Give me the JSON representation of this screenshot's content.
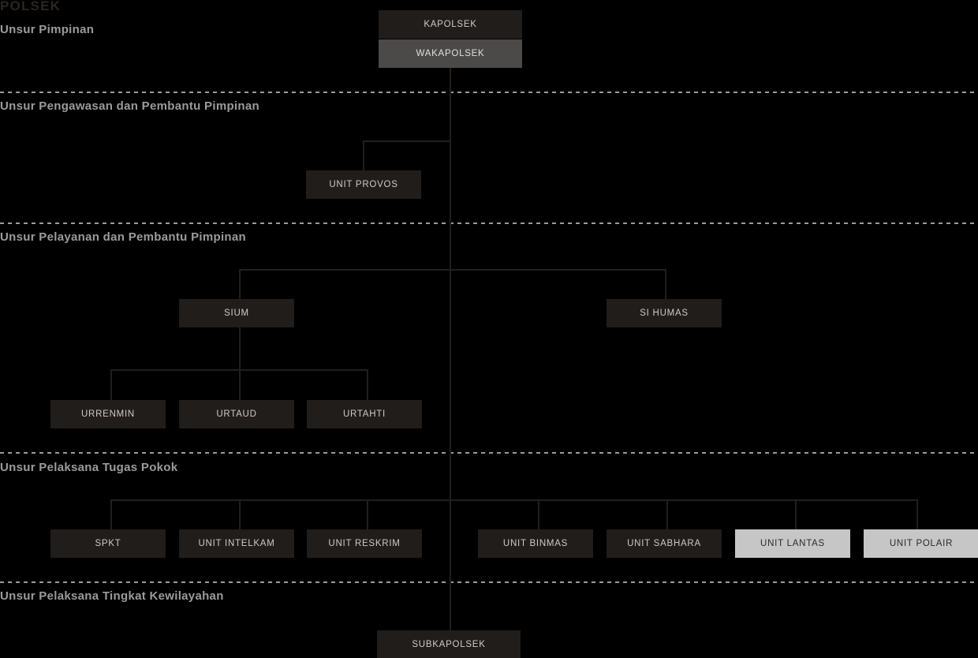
{
  "chart": {
    "title": "POLSEK",
    "type": "organizational-chart",
    "colors": {
      "background": "#000000",
      "node_dark": "#211d1b",
      "node_gray": "#4b4a49",
      "node_light": "#c6c6c6",
      "text_dark_node": "#cfcac6",
      "text_light_node": "#2d2a28",
      "section_label": "#9b9b9b",
      "connector": "#231e1b",
      "title": "#2c2421"
    }
  },
  "sections": [
    {
      "id": "pimpinan",
      "label": "Unsur Pimpinan"
    },
    {
      "id": "pengawasan",
      "label": "Unsur Pengawasan dan Pembantu Pimpinan"
    },
    {
      "id": "pelayanan",
      "label": "Unsur Pelayanan dan Pembantu Pimpinan"
    },
    {
      "id": "tugas_pokok",
      "label": "Unsur Pelaksana Tugas Pokok"
    },
    {
      "id": "kewilayahan",
      "label": "Unsur Pelaksana Tingkat Kewilayahan"
    }
  ],
  "nodes": {
    "kapolsek": {
      "label": "KAPOLSEK",
      "style": "dark"
    },
    "wakapolsek": {
      "label": "WAKAPOLSEK",
      "style": "gray"
    },
    "unit_provos": {
      "label": "UNIT PROVOS",
      "style": "dark"
    },
    "sium": {
      "label": "SIUM",
      "style": "dark"
    },
    "si_humas": {
      "label": "SI HUMAS",
      "style": "dark"
    },
    "urrenmin": {
      "label": "URRENMIN",
      "style": "dark"
    },
    "urtaud": {
      "label": "URTAUD",
      "style": "dark"
    },
    "urtahti": {
      "label": "URTAHTI",
      "style": "dark"
    },
    "spkt": {
      "label": "SPKT",
      "style": "dark"
    },
    "unit_intelkam": {
      "label": "UNIT INTELKAM",
      "style": "dark"
    },
    "unit_reskrim": {
      "label": "UNIT RESKRIM",
      "style": "dark"
    },
    "unit_binmas": {
      "label": "UNIT BINMAS",
      "style": "dark"
    },
    "unit_sabhara": {
      "label": "UNIT SABHARA",
      "style": "dark"
    },
    "unit_lantas": {
      "label": "UNIT LANTAS",
      "style": "light"
    },
    "unit_polair": {
      "label": "UNIT POLAIR",
      "style": "light"
    },
    "subkapolsek": {
      "label": "SUBKAPOLSEK",
      "style": "dark"
    }
  }
}
